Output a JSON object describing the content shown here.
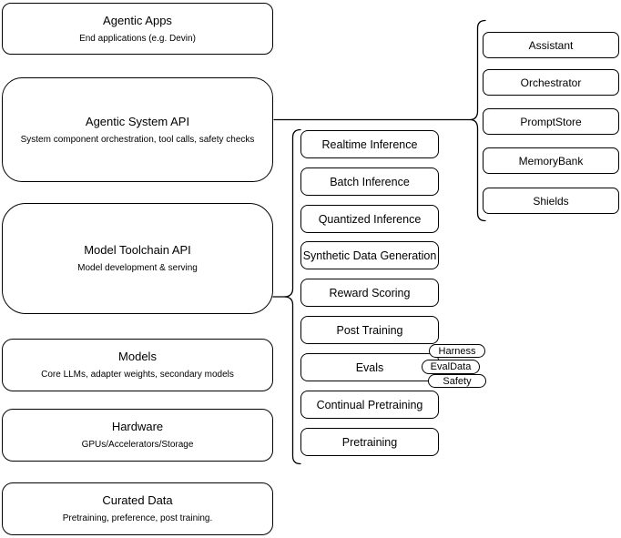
{
  "diagram": {
    "background_color": "#ffffff",
    "stroke_color": "#000000"
  },
  "stack": [
    {
      "title": "Agentic Apps",
      "subtitle": "End applications (e.g. Devin)"
    },
    {
      "title": "Agentic System API",
      "subtitle": "System component orchestration, tool calls, safety checks"
    },
    {
      "title": "Model Toolchain API",
      "subtitle": "Model development & serving"
    },
    {
      "title": "Models",
      "subtitle": "Core LLMs, adapter weights, secondary models"
    },
    {
      "title": "Hardware",
      "subtitle": "GPUs/Accelerators/Storage"
    },
    {
      "title": "Curated Data",
      "subtitle": "Pretraining, preference, post training."
    }
  ],
  "toolchain_items": [
    "Realtime Inference",
    "Batch Inference",
    "Quantized Inference",
    "Synthetic Data Generation",
    "Reward Scoring",
    "Post Training",
    "Evals",
    "Continual Pretraining",
    "Pretraining"
  ],
  "eval_tags": [
    "Harness",
    "EvalData",
    "Safety"
  ],
  "system_components": [
    "Assistant",
    "Orchestrator",
    "PromptStore",
    "MemoryBank",
    "Shields"
  ]
}
